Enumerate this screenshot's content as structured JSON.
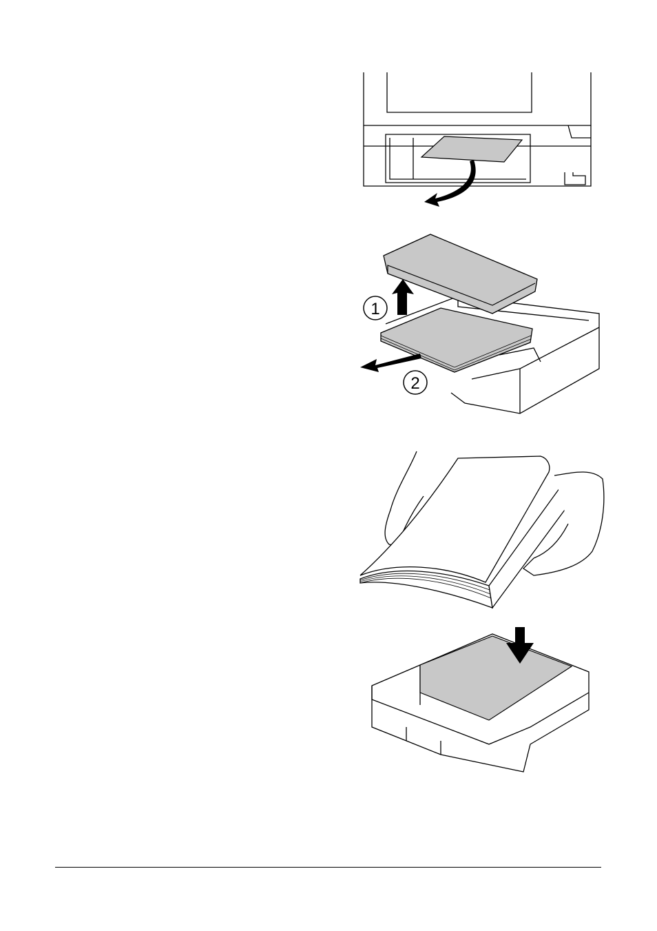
{
  "illustrations": [
    {
      "name": "remove-jammed-paper",
      "icon": "paper-jam-pull-arrow"
    },
    {
      "name": "remove-paper-from-tray",
      "icon": "lift-and-pull-arrows",
      "step_labels": [
        "1",
        "2"
      ]
    },
    {
      "name": "fan-paper-stack",
      "icon": "hands-fanning-paper"
    },
    {
      "name": "load-paper-into-tray",
      "icon": "push-down-arrow"
    }
  ],
  "colors": {
    "line": "#000000",
    "paper": "#c8c8c8",
    "background": "#ffffff"
  }
}
